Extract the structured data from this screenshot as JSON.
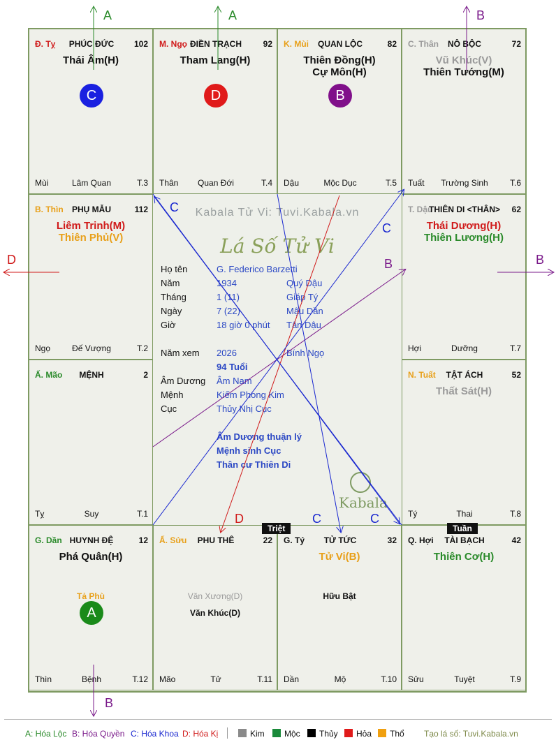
{
  "watermark": "Kabala Tử Vi: Tuvi.Kabala.vn",
  "center_title": "Lá Số Tử Vi",
  "center_logo": "Kabala",
  "colors": {
    "green": "#2a8a2a",
    "purple": "#7a1a8a",
    "blue": "#1a28d0",
    "red": "#d01a1a",
    "orange": "#e8a01a",
    "grey": "#8a8a8a",
    "board_border": "#7e9a62"
  },
  "cells": [
    {
      "can": "Đ. Tỵ",
      "can_color": "#d01a1a",
      "palace": "PHÚC ĐỨC",
      "num": "102",
      "stars": [
        {
          "t": "Thái Âm(H)",
          "c": "#111"
        }
      ],
      "circle": {
        "t": "C",
        "c": "#1a20e0"
      },
      "minor": [],
      "f_left": "Mùi",
      "f_mid": "Lâm Quan",
      "f_right": "T.3"
    },
    {
      "can": "M. Ngọ",
      "can_color": "#d01a1a",
      "palace": "ĐIỀN TRẠCH",
      "num": "92",
      "stars": [
        {
          "t": "Tham Lang(H)",
          "c": "#111"
        }
      ],
      "circle": {
        "t": "D",
        "c": "#e01a1a"
      },
      "minor": [],
      "f_left": "Thân",
      "f_mid": "Quan Đới",
      "f_right": "T.4"
    },
    {
      "can": "K. Mùi",
      "can_color": "#e8a01a",
      "palace": "QUAN LỘC",
      "num": "82",
      "stars": [
        {
          "t": "Thiên Đồng(H)",
          "c": "#111"
        },
        {
          "t": "Cự Môn(H)",
          "c": "#111"
        }
      ],
      "circle": {
        "t": "B",
        "c": "#80108a"
      },
      "minor": [],
      "f_left": "Dậu",
      "f_mid": "Mộc Dục",
      "f_right": "T.5"
    },
    {
      "can": "C. Thân",
      "can_color": "#999999",
      "palace": "NÔ BỘC",
      "num": "72",
      "stars": [
        {
          "t": "Vũ Khúc(V)",
          "c": "#9a9a9a"
        },
        {
          "t": "Thiên Tướng(M)",
          "c": "#111"
        }
      ],
      "circle": null,
      "minor": [],
      "f_left": "Tuất",
      "f_mid": "Trường Sinh",
      "f_right": "T.6"
    },
    {
      "can": "B. Thìn",
      "can_color": "#e8a01a",
      "palace": "PHỤ MẪU",
      "num": "112",
      "stars": [
        {
          "t": "Liêm Trinh(M)",
          "c": "#d01a1a"
        },
        {
          "t": "Thiên Phủ(V)",
          "c": "#e8a01a"
        }
      ],
      "circle": null,
      "minor": [],
      "f_left": "Ngọ",
      "f_mid": "Đế Vượng",
      "f_right": "T.2"
    },
    {
      "can": "T. Dậu",
      "can_color": "#999999",
      "palace": "THIÊN DI <THÂN>",
      "num": "62",
      "stars": [
        {
          "t": "Thái Dương(H)",
          "c": "#d01a1a"
        },
        {
          "t": "Thiên Lương(H)",
          "c": "#2a8a2a"
        }
      ],
      "circle": null,
      "minor": [],
      "f_left": "Hợi",
      "f_mid": "Dưỡng",
      "f_right": "T.7"
    },
    {
      "can": "Ấ. Mão",
      "can_color": "#2a8a2a",
      "palace": "MỆNH",
      "num": "2",
      "stars": [],
      "circle": null,
      "minor": [],
      "f_left": "Tỵ",
      "f_mid": "Suy",
      "f_right": "T.1"
    },
    {
      "can": "N. Tuất",
      "can_color": "#e8a01a",
      "palace": "TẬT ÁCH",
      "num": "52",
      "stars": [
        {
          "t": "Thất Sát(H)",
          "c": "#9a9a9a"
        }
      ],
      "circle": null,
      "minor": [],
      "f_left": "Tý",
      "f_mid": "Thai",
      "f_right": "T.8"
    },
    {
      "can": "G. Dần",
      "can_color": "#2a8a2a",
      "palace": "HUYNH ĐỆ",
      "num": "12",
      "stars": [
        {
          "t": "Phá Quân(H)",
          "c": "#111"
        }
      ],
      "circle": {
        "t": "A",
        "c": "#1a8a1a"
      },
      "minor": [
        {
          "t": "Tả Phù",
          "c": "#e8a01a",
          "b": true
        }
      ],
      "f_left": "Thìn",
      "f_mid": "Bệnh",
      "f_right": "T.12"
    },
    {
      "can": "Ấ. Sửu",
      "can_color": "#e8a01a",
      "palace": "PHU THÊ",
      "num": "22",
      "stars": [],
      "circle": null,
      "minor": [
        {
          "t": "Văn Xương(D)",
          "c": "#9a9a9a",
          "b": false
        },
        {
          "t": "Văn Khúc(D)",
          "c": "#111",
          "b": true
        }
      ],
      "f_left": "Mão",
      "f_mid": "Tử",
      "f_right": "T.11"
    },
    {
      "can": "G. Tý",
      "can_color": "#111111",
      "palace": "TỬ TỨC",
      "num": "32",
      "stars": [
        {
          "t": "Tử Vi(B)",
          "c": "#e8a01a"
        }
      ],
      "circle": null,
      "minor": [
        {
          "t": "Hữu Bật",
          "c": "#111",
          "b": true
        }
      ],
      "f_left": "Dần",
      "f_mid": "Mộ",
      "f_right": "T.10"
    },
    {
      "can": "Q. Hợi",
      "can_color": "#111111",
      "palace": "TÀI BẠCH",
      "num": "42",
      "stars": [
        {
          "t": "Thiên Cơ(H)",
          "c": "#2a8a2a"
        }
      ],
      "circle": null,
      "minor": [],
      "f_left": "Sửu",
      "f_mid": "Tuyệt",
      "f_right": "T.9"
    }
  ],
  "info": [
    {
      "k": "Họ tên",
      "v": "G. Federico Barzetti",
      "v2": ""
    },
    {
      "k": "Năm",
      "v": "1934",
      "v2": "Quý Dậu"
    },
    {
      "k": "Tháng",
      "v": "1  (11)",
      "v2": "Giáp Tý"
    },
    {
      "k": "Ngày",
      "v": "7  (22)",
      "v2": "Mậu Dần"
    },
    {
      "k": "Giờ",
      "v": "18 giờ 0 phút",
      "v2": "Tân Dậu"
    },
    {
      "k": "Năm xem",
      "v": "2026",
      "v2": "Bính Ngọ"
    },
    {
      "k": "",
      "v": "94 Tuổi",
      "v2": ""
    },
    {
      "k": "Âm Dương",
      "v": "Âm Nam",
      "v2": ""
    },
    {
      "k": "Mệnh",
      "v": "Kiếm Phong Kim",
      "v2": ""
    },
    {
      "k": "Cục",
      "v": "Thủy Nhị Cục",
      "v2": ""
    }
  ],
  "notes": [
    "Âm Dương thuận lý",
    "Mệnh sinh Cục",
    "Thân cư Thiên Di"
  ],
  "tags": {
    "triet": "Triệt",
    "tuan": "Tuần"
  },
  "arrow_labels": [
    "A",
    "A",
    "B",
    "D",
    "B",
    "B",
    "C",
    "C",
    "D",
    "C",
    "C",
    "B"
  ],
  "legend": {
    "a": "A: Hóa Lộc",
    "b": "B: Hóa Quyền",
    "c": "C: Hóa Khoa",
    "d": "D: Hóa Kị",
    "elements": [
      {
        "t": "Kim",
        "c": "#8a8a8a"
      },
      {
        "t": "Mộc",
        "c": "#1a8a3a"
      },
      {
        "t": "Thủy",
        "c": "#000000"
      },
      {
        "t": "Hỏa",
        "c": "#e01a1a"
      },
      {
        "t": "Thổ",
        "c": "#f0a010"
      }
    ],
    "site": "Tạo lá số: Tuvi.Kabala.vn"
  }
}
